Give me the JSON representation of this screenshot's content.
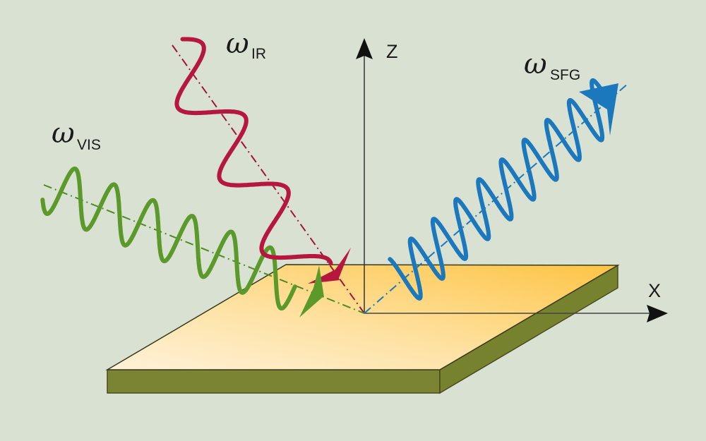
{
  "title": "Sum-frequency generation at an interface",
  "axes": {
    "z_label": "Z",
    "x_label": "X"
  },
  "beams": {
    "ir": {
      "symbol": "ω",
      "subscript": "IR",
      "color": "#b5173f",
      "role": "incident"
    },
    "vis": {
      "symbol": "ω",
      "subscript": "VIS",
      "color": "#5b9a2a",
      "role": "incident"
    },
    "sfg": {
      "symbol": "ω",
      "subscript": "SFG",
      "color": "#1b78bd",
      "role": "emitted"
    }
  },
  "surface": {
    "top_color_light": "#fff0d4",
    "top_color_dark": "#fdc64a",
    "side_color": "#7a8433",
    "edge_color": "#4a4a1e"
  },
  "background_color": "#d8e1d2"
}
